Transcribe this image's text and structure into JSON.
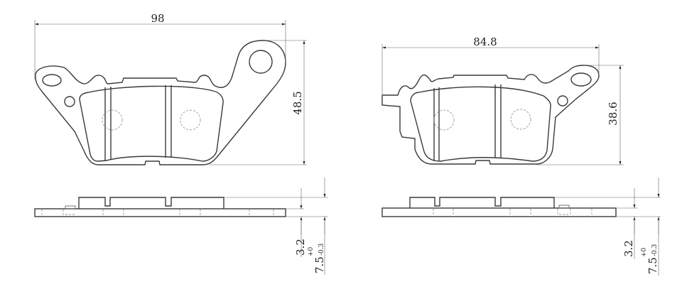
{
  "left_pad": {
    "width_label": "98",
    "height_label": "48.5",
    "backing_thickness_label": "3.2",
    "total_thickness_label": "7.5",
    "tolerance_upper": "+0",
    "tolerance_lower": "-0.3"
  },
  "right_pad": {
    "width_label": "84.8",
    "height_label": "38.6",
    "backing_thickness_label": "3.2",
    "total_thickness_label": "7.5",
    "tolerance_upper": "+0",
    "tolerance_lower": "-0.3"
  }
}
